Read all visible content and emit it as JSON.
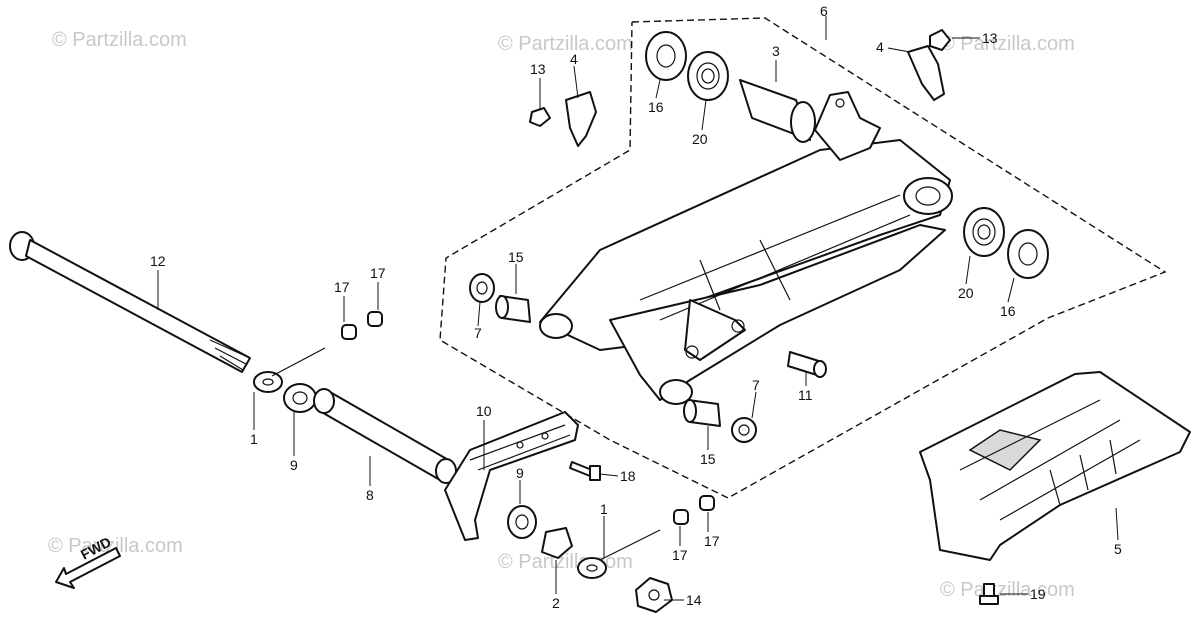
{
  "watermark": "© Partzilla.com",
  "direction_label": "FWD",
  "callouts": {
    "c1": "1",
    "c2": "2",
    "c3": "3",
    "c4": "4",
    "c5": "5",
    "c6": "6",
    "c7": "7",
    "c8": "8",
    "c9": "9",
    "c10": "10",
    "c11": "11",
    "c12": "12",
    "c13": "13",
    "c14": "14",
    "c15": "15",
    "c16": "16",
    "c17": "17",
    "c18": "18",
    "c19": "19",
    "c20": "20"
  }
}
